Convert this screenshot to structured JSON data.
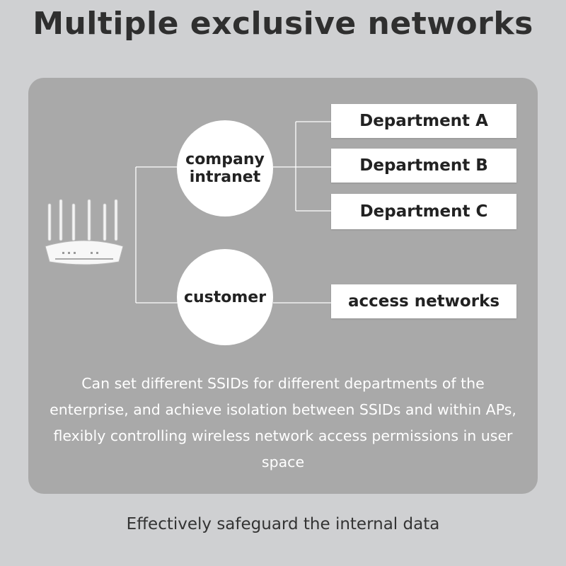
{
  "title": "Multiple exclusive networks",
  "nodes": {
    "intranet": "company\nintranet",
    "customer": "customer"
  },
  "departments": [
    "Department A",
    "Department B",
    "Department C"
  ],
  "access": "access networks",
  "description": "Can set different SSIDs for different departments of the enterprise, and achieve isolation between SSIDs and within APs, flexibly controlling wireless network access permissions in user space",
  "footer": "Effectively safeguard the internal data",
  "icons": [
    "wifi-router-icon"
  ],
  "colors": {
    "panel": "#a9a9a9",
    "background": "#cfd0d2",
    "title": "#2f2f2f"
  }
}
